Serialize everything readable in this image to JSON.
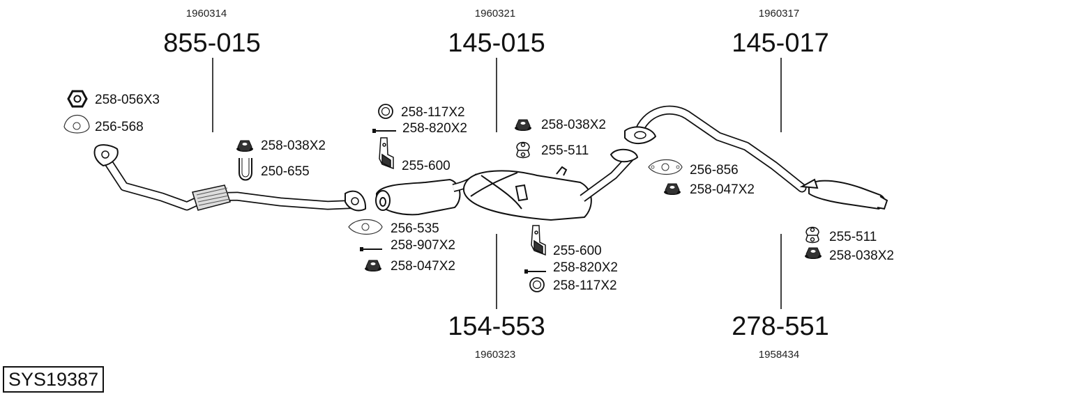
{
  "system_code": "SYS19387",
  "assemblies": [
    {
      "ref": "1960314",
      "part": "855-015"
    },
    {
      "ref": "1960321",
      "part": "145-015"
    },
    {
      "ref": "1960317",
      "part": "145-017"
    },
    {
      "ref": "1960323",
      "part": "154-553"
    },
    {
      "ref": "1958434",
      "part": "278-551"
    }
  ],
  "fittings": {
    "f01": "258-056X3",
    "f02": "256-568",
    "f03": "258-038X2",
    "f04": "250-655",
    "f05": "258-117X2",
    "f06": "258-820X2",
    "f07": "255-600",
    "f08": "258-038X2",
    "f09": "255-511",
    "f10": "256-856",
    "f11": "258-047X2",
    "f12": "256-535",
    "f13": "258-907X2",
    "f14": "258-047X2",
    "f15": "255-600",
    "f16": "258-820X2",
    "f17": "258-117X2",
    "f18": "255-511",
    "f19": "258-038X2"
  }
}
